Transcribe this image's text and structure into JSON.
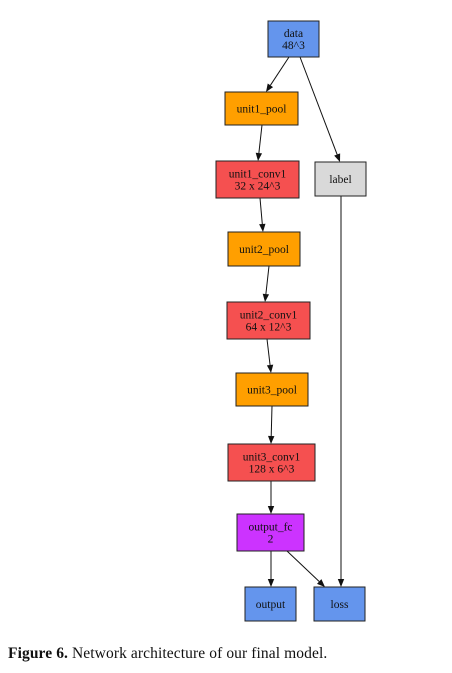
{
  "colors": {
    "blue": "#6495ed",
    "orange": "#ff9f00",
    "red": "#f55050",
    "gray": "#d9d9d9",
    "purple": "#cc33ff"
  },
  "nodes": {
    "data": {
      "lines": [
        "data",
        "48^3"
      ],
      "color": "blue"
    },
    "unit1_pool": {
      "lines": [
        "unit1_pool"
      ],
      "color": "orange"
    },
    "label": {
      "lines": [
        "label"
      ],
      "color": "gray"
    },
    "unit1_conv1": {
      "lines": [
        "unit1_conv1",
        "32 x 24^3"
      ],
      "color": "red"
    },
    "unit2_pool": {
      "lines": [
        "unit2_pool"
      ],
      "color": "orange"
    },
    "unit2_conv1": {
      "lines": [
        "unit2_conv1",
        "64 x 12^3"
      ],
      "color": "red"
    },
    "unit3_pool": {
      "lines": [
        "unit3_pool"
      ],
      "color": "orange"
    },
    "unit3_conv1": {
      "lines": [
        "unit3_conv1",
        "128 x 6^3"
      ],
      "color": "red"
    },
    "output_fc": {
      "lines": [
        "output_fc",
        "2"
      ],
      "color": "purple"
    },
    "output": {
      "lines": [
        "output"
      ],
      "color": "blue"
    },
    "loss": {
      "lines": [
        "loss"
      ],
      "color": "blue"
    }
  },
  "edges": [
    [
      "data",
      "unit1_pool"
    ],
    [
      "data",
      "label"
    ],
    [
      "unit1_pool",
      "unit1_conv1"
    ],
    [
      "unit1_conv1",
      "unit2_pool"
    ],
    [
      "unit2_pool",
      "unit2_conv1"
    ],
    [
      "unit2_conv1",
      "unit3_pool"
    ],
    [
      "unit3_pool",
      "unit3_conv1"
    ],
    [
      "unit3_conv1",
      "output_fc"
    ],
    [
      "output_fc",
      "output"
    ],
    [
      "output_fc",
      "loss"
    ],
    [
      "label",
      "loss"
    ]
  ],
  "caption": {
    "label": "Figure 6.",
    "text": " Network architecture of our final model."
  }
}
